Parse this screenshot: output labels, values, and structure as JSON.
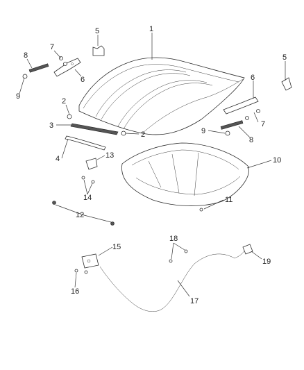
{
  "callouts": [
    {
      "id": "c1a",
      "label": "1"
    },
    {
      "id": "c2a",
      "label": "2"
    },
    {
      "id": "c2b",
      "label": "2"
    },
    {
      "id": "c3",
      "label": "3"
    },
    {
      "id": "c4",
      "label": "4"
    },
    {
      "id": "c5a",
      "label": "5"
    },
    {
      "id": "c5b",
      "label": "5"
    },
    {
      "id": "c6a",
      "label": "6"
    },
    {
      "id": "c6b",
      "label": "6"
    },
    {
      "id": "c7a",
      "label": "7"
    },
    {
      "id": "c7b",
      "label": "7"
    },
    {
      "id": "c8a",
      "label": "8"
    },
    {
      "id": "c8b",
      "label": "8"
    },
    {
      "id": "c9a",
      "label": "9"
    },
    {
      "id": "c9b",
      "label": "9"
    },
    {
      "id": "c10",
      "label": "10"
    },
    {
      "id": "c11",
      "label": "11"
    },
    {
      "id": "c12",
      "label": "12"
    },
    {
      "id": "c13",
      "label": "13"
    },
    {
      "id": "c14",
      "label": "14"
    },
    {
      "id": "c15",
      "label": "15"
    },
    {
      "id": "c16",
      "label": "16"
    },
    {
      "id": "c17",
      "label": "17"
    },
    {
      "id": "c18",
      "label": "18"
    },
    {
      "id": "c19",
      "label": "19"
    }
  ]
}
